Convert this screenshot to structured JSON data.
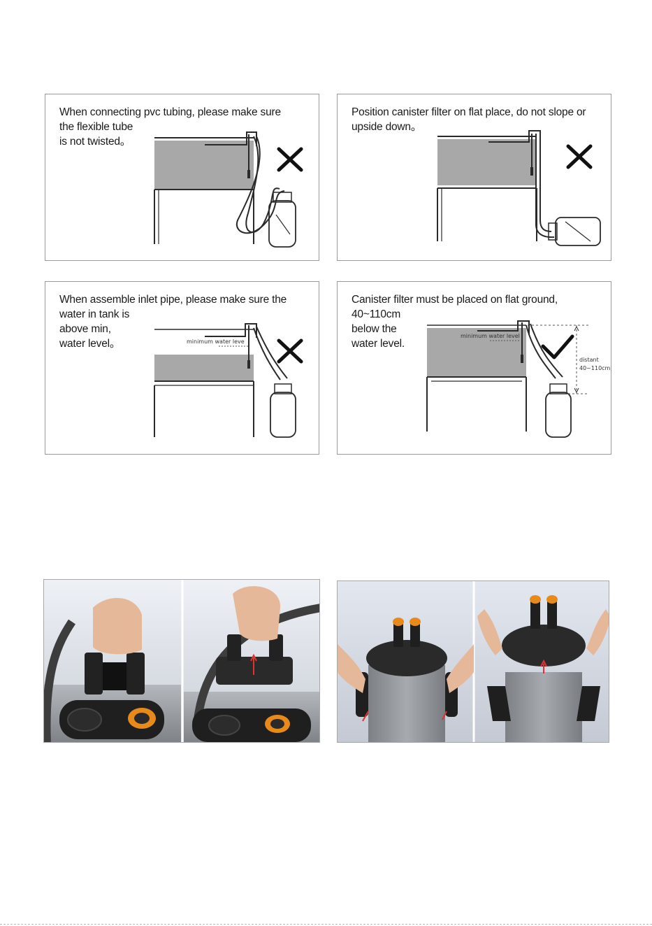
{
  "panels": [
    {
      "id": "tubing",
      "caption": [
        "When connecting pvc tubing, please make sure",
        "the flexible tube",
        "is not twisted。"
      ],
      "mark": "cross-icon"
    },
    {
      "id": "position",
      "caption": [
        "Position canister filter on flat place, do not slope or",
        "upside down。"
      ],
      "mark": "cross-icon"
    },
    {
      "id": "inlet",
      "caption": [
        "When assemble inlet pipe, please make sure the",
        "water in tank is",
        "above min,",
        "water level。"
      ],
      "mark": "cross-icon",
      "label_min": "minimum water leve"
    },
    {
      "id": "ground",
      "caption": [
        "Canister filter must be placed on flat ground,",
        "40~110cm",
        "below the",
        "water level."
      ],
      "mark": "check-icon",
      "label_min": "minimum water level",
      "label_distant": [
        "distant",
        "40~110cm"
      ]
    }
  ],
  "colors": {
    "tank_water": "#a8a8a8",
    "frame": "#2a2a2a",
    "panel_border": "#9a9a9a",
    "accent_orange": "#e88a1a",
    "filter_grey": "#8f9396"
  }
}
